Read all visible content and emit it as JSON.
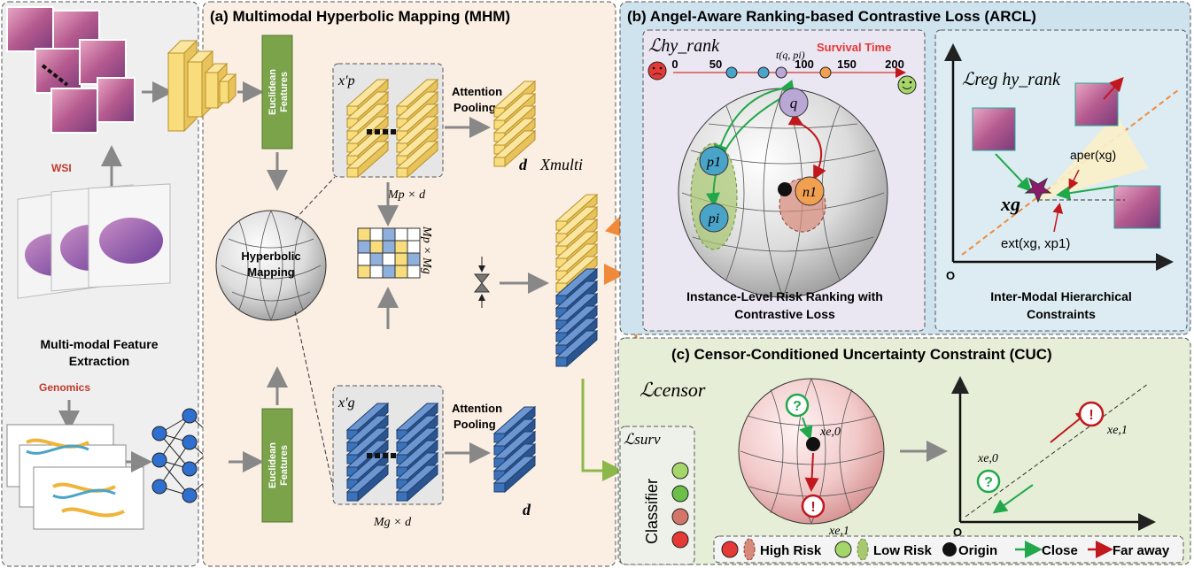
{
  "left": {
    "wsi_label": "WSI",
    "extraction_label_1": "Multi-modal Feature",
    "extraction_label_2": "Extraction",
    "genomics_label": "Genomics"
  },
  "mhm": {
    "title": "(a) Multimodal Hyperbolic Mapping (MHM)",
    "euclid_1": "Euclidean",
    "euclid_2": "Features",
    "hyper_1": "Hyperbolic",
    "hyper_2": "Mapping",
    "attn_1": "Attention",
    "attn_2": "Pooling",
    "xp": "x′p",
    "xg": "x′g",
    "mp_d": "Mp × d",
    "mg_d": "Mg × d",
    "mp_mg": "Mp × Mg",
    "d": "d",
    "xmulti": "Xmulti"
  },
  "arcl": {
    "title": "(b) Angel-Aware Ranking-based Contrastive Loss (ARCL)",
    "loss": "ℒhy_rank",
    "t_label": "t(q, pi)",
    "survival_time": "Survival Time",
    "ticks": [
      "0",
      "50",
      "100",
      "150",
      "200"
    ],
    "q": "q",
    "p1": "p1",
    "pi": "pi",
    "n1": "n1",
    "caption_1": "Instance-Level Risk Ranking with",
    "caption_2": "Contrastive Loss",
    "reg_loss": "ℒreg hy_rank",
    "aper": "aper(xg)",
    "ext": "ext(xg, xp1)",
    "xg_label": "xg",
    "origin": "O",
    "caption2_1": "Inter-Modal Hierarchical",
    "caption2_2": "Constraints"
  },
  "cuc": {
    "title": "(c) Censor-Conditioned Uncertainty Constraint (CUC)",
    "loss": "ℒcensor",
    "xe0": "xe,0",
    "xe1": "xe,1",
    "origin": "O"
  },
  "classifier": {
    "loss": "ℒsurv",
    "label": "Classifier"
  },
  "legend": {
    "high_risk": "High Risk",
    "low_risk": "Low Risk",
    "origin": "Origin",
    "close": "Close",
    "far": "Far away"
  },
  "colors": {
    "yellow_face": "#f9dc7c",
    "blue_face": "#3c72b8",
    "panel_a_bg": "#fbeee2",
    "panel_b_bg": "#eae6f2",
    "panel_b2_bg": "#dcecf2",
    "panel_c_bg": "#e6eed8",
    "green_arrow": "#22a84b",
    "red_arrow": "#c0181c",
    "orange_arrow": "#f08a3a"
  }
}
